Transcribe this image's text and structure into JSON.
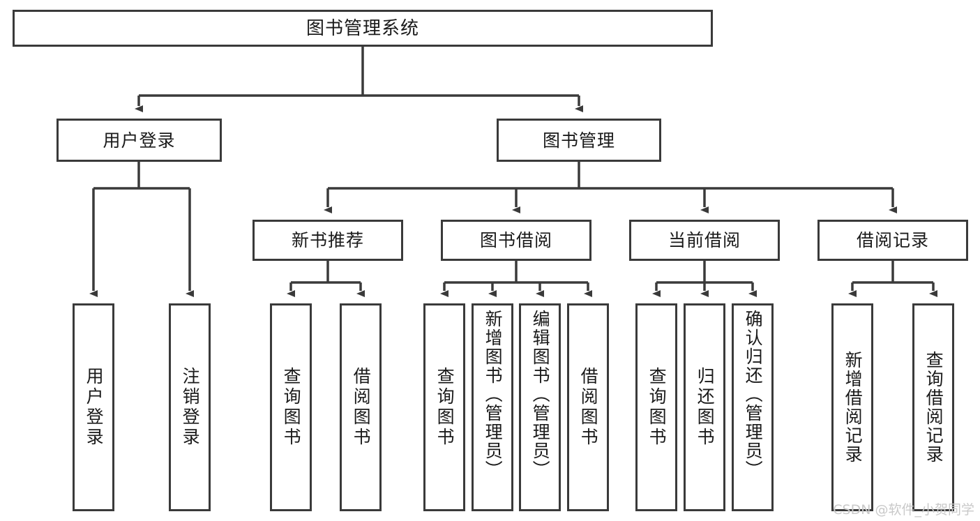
{
  "diagram": {
    "title": "图书管理系统",
    "type": "tree",
    "stroke_color": "#3a3a3a",
    "background_color": "#ffffff",
    "text_color": "#1a1a1a",
    "watermark": "CSDN @软件_小贺同学",
    "watermark_color": "#c9c9c9"
  },
  "nodes": {
    "root": {
      "label": "图书管理系统"
    },
    "level2": [
      {
        "id": "user-login",
        "label": "用户登录"
      },
      {
        "id": "book-management",
        "label": "图书管理"
      }
    ],
    "level3": [
      {
        "id": "new-book-recommend",
        "label": "新书推荐"
      },
      {
        "id": "book-borrow",
        "label": "图书借阅"
      },
      {
        "id": "current-borrow",
        "label": "当前借阅"
      },
      {
        "id": "borrow-record",
        "label": "借阅记录"
      }
    ],
    "level4": {
      "user_login": [
        {
          "id": "leaf-user-login",
          "label": "用户登录"
        },
        {
          "id": "leaf-logout-login",
          "label": "注销登录"
        }
      ],
      "new_book_recommend": [
        {
          "id": "leaf-query-book-1",
          "label": "查询图书"
        },
        {
          "id": "leaf-borrow-book-1",
          "label": "借阅图书"
        }
      ],
      "book_borrow": [
        {
          "id": "leaf-query-book-2",
          "label": "查询图书"
        },
        {
          "id": "leaf-add-book",
          "label": "新增图书（管理员）"
        },
        {
          "id": "leaf-edit-book",
          "label": "编辑图书（管理员）"
        },
        {
          "id": "leaf-borrow-book-2",
          "label": "借阅图书"
        }
      ],
      "current_borrow": [
        {
          "id": "leaf-query-book-3",
          "label": "查询图书"
        },
        {
          "id": "leaf-return-book",
          "label": "归还图书"
        },
        {
          "id": "leaf-confirm-return",
          "label": "确认归还（管理员）"
        }
      ],
      "borrow_record": [
        {
          "id": "leaf-add-record",
          "label": "新增借阅记录"
        },
        {
          "id": "leaf-query-record",
          "label": "查询借阅记录"
        }
      ]
    }
  },
  "edges": [
    {
      "from": "root",
      "to": "user-login"
    },
    {
      "from": "root",
      "to": "book-management"
    },
    {
      "from": "user-login",
      "to": "leaf-user-login"
    },
    {
      "from": "user-login",
      "to": "leaf-logout-login"
    },
    {
      "from": "book-management",
      "to": "new-book-recommend"
    },
    {
      "from": "book-management",
      "to": "book-borrow"
    },
    {
      "from": "book-management",
      "to": "current-borrow"
    },
    {
      "from": "book-management",
      "to": "borrow-record"
    },
    {
      "from": "new-book-recommend",
      "to": "leaf-query-book-1"
    },
    {
      "from": "new-book-recommend",
      "to": "leaf-borrow-book-1"
    },
    {
      "from": "book-borrow",
      "to": "leaf-query-book-2"
    },
    {
      "from": "book-borrow",
      "to": "leaf-add-book"
    },
    {
      "from": "book-borrow",
      "to": "leaf-edit-book"
    },
    {
      "from": "book-borrow",
      "to": "leaf-borrow-book-2"
    },
    {
      "from": "current-borrow",
      "to": "leaf-query-book-3"
    },
    {
      "from": "current-borrow",
      "to": "leaf-return-book"
    },
    {
      "from": "current-borrow",
      "to": "leaf-confirm-return"
    },
    {
      "from": "borrow-record",
      "to": "leaf-add-record"
    },
    {
      "from": "borrow-record",
      "to": "leaf-query-record"
    }
  ]
}
